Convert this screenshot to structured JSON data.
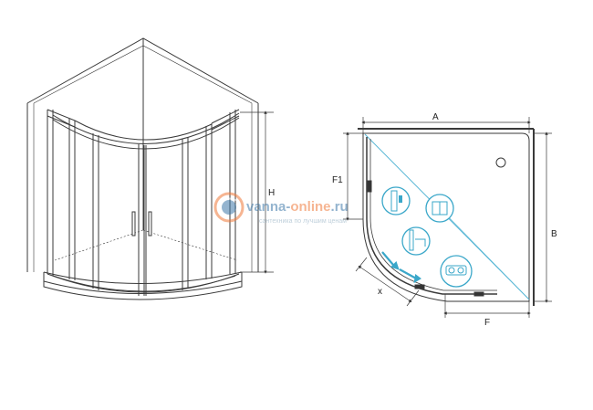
{
  "dimensions": {
    "height_label": "H",
    "width_label": "A",
    "depth_label": "B",
    "front_label": "F",
    "side_label": "F1",
    "door_label": "x"
  },
  "watermark": {
    "domain_part1": "vanna-",
    "domain_part2": "online",
    "domain_part3": ".ru",
    "tagline": "сантехника по лучшим ценам"
  },
  "colors": {
    "line": "#3a3a3a",
    "glass_diagonal": "#5bb8d6",
    "badge": "#3aa7c9",
    "watermark_blue": "#3d78a8",
    "watermark_orange": "#f07a3a"
  },
  "icons": [
    "hinge-icon",
    "door-frame-icon",
    "wall-profile-icon",
    "seal-icon",
    "roller-icon"
  ]
}
